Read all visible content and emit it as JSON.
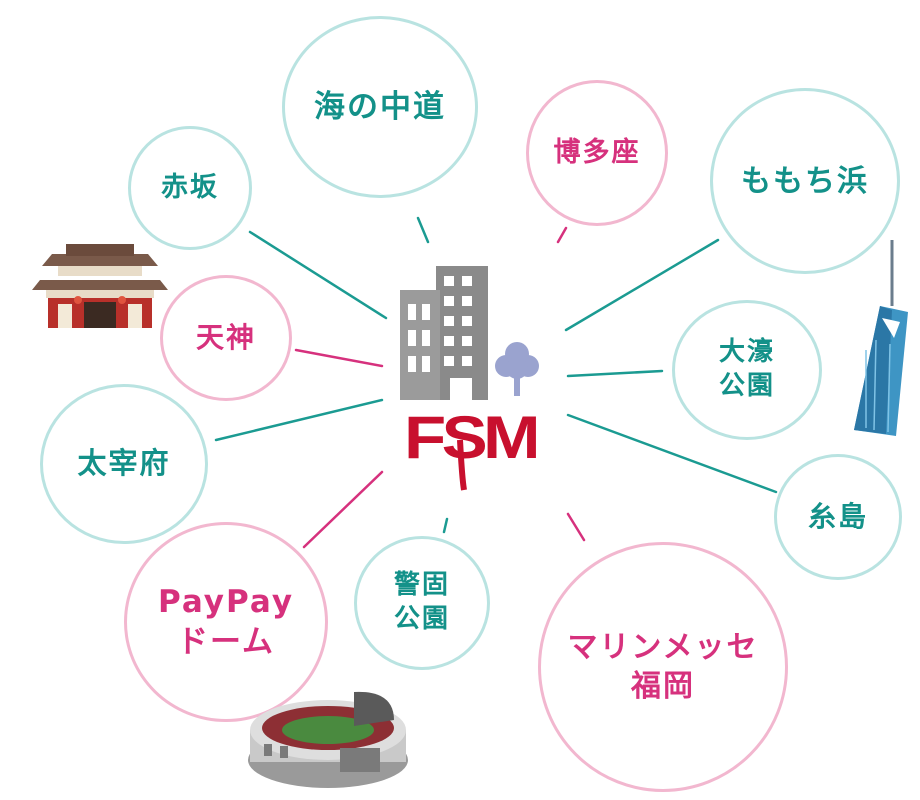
{
  "colors": {
    "teal_text": "#139189",
    "teal_ring": "#b9e3e1",
    "teal_line": "#1b9b92",
    "pink_text": "#d6317d",
    "pink_ring": "#f2b7cf",
    "pink_line": "#d6317d",
    "logo_red": "#c8102e",
    "building_gray": "#8a8a8a",
    "tree_purple": "#9aa3cf"
  },
  "center": {
    "logo_text": "FSM"
  },
  "locations": [
    {
      "id": "umino-nakamichi",
      "lines": [
        "海の中道"
      ],
      "color": "teal"
    },
    {
      "id": "hakataza",
      "lines": [
        "博多座"
      ],
      "color": "pink"
    },
    {
      "id": "akasaka",
      "lines": [
        "赤坂"
      ],
      "color": "teal"
    },
    {
      "id": "momochihama",
      "lines": [
        "ももち浜"
      ],
      "color": "teal"
    },
    {
      "id": "tenjin",
      "lines": [
        "天神"
      ],
      "color": "pink"
    },
    {
      "id": "ohori-koen",
      "lines": [
        "大濠",
        "公園"
      ],
      "color": "teal"
    },
    {
      "id": "dazaifu",
      "lines": [
        "太宰府"
      ],
      "color": "teal"
    },
    {
      "id": "itoshima",
      "lines": [
        "糸島"
      ],
      "color": "teal"
    },
    {
      "id": "paypay-dome",
      "lines": [
        "PayPay",
        "ドーム"
      ],
      "color": "pink"
    },
    {
      "id": "keigo-koen",
      "lines": [
        "警固",
        "公園"
      ],
      "color": "teal"
    },
    {
      "id": "marine-messe",
      "lines": [
        "マリンメッセ",
        "福岡"
      ],
      "color": "pink"
    }
  ]
}
